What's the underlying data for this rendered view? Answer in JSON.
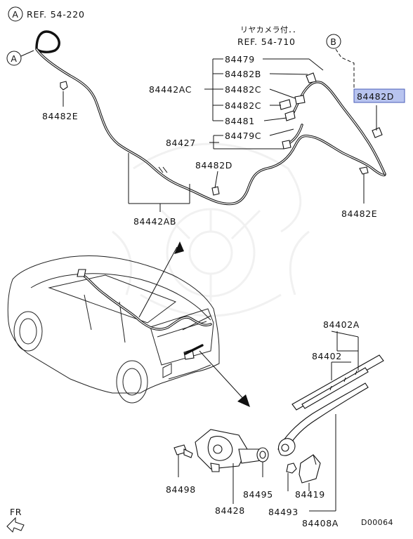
{
  "refs": {
    "ref_a": "REF. 54-220",
    "ref_camera_jp": "リヤカメラ付．．",
    "ref_b": "REF. 54-710",
    "circle_a": "A",
    "circle_b": "B"
  },
  "labels": {
    "p84479": "84479",
    "p84482B": "84482B",
    "p84442AC": "84442AC",
    "p84482C_1": "84482C",
    "p84482C_2": "84482C",
    "p84481": "84481",
    "p84482D_top": "84482D",
    "p84427": "84427",
    "p84479C": "84479C",
    "p84482E_left": "84482E",
    "p84482D_mid": "84482D",
    "p84482E_right": "84482E",
    "p84442AB": "84442AB",
    "p84402A": "84402A",
    "p84402": "84402",
    "p84498": "84498",
    "p84428": "84428",
    "p84495": "84495",
    "p84493": "84493",
    "p84419": "84419",
    "p84408A": "84408A"
  },
  "footer": {
    "fr": "FR",
    "diagram_code": "D00064"
  },
  "highlight_color": "#b8c4ef"
}
